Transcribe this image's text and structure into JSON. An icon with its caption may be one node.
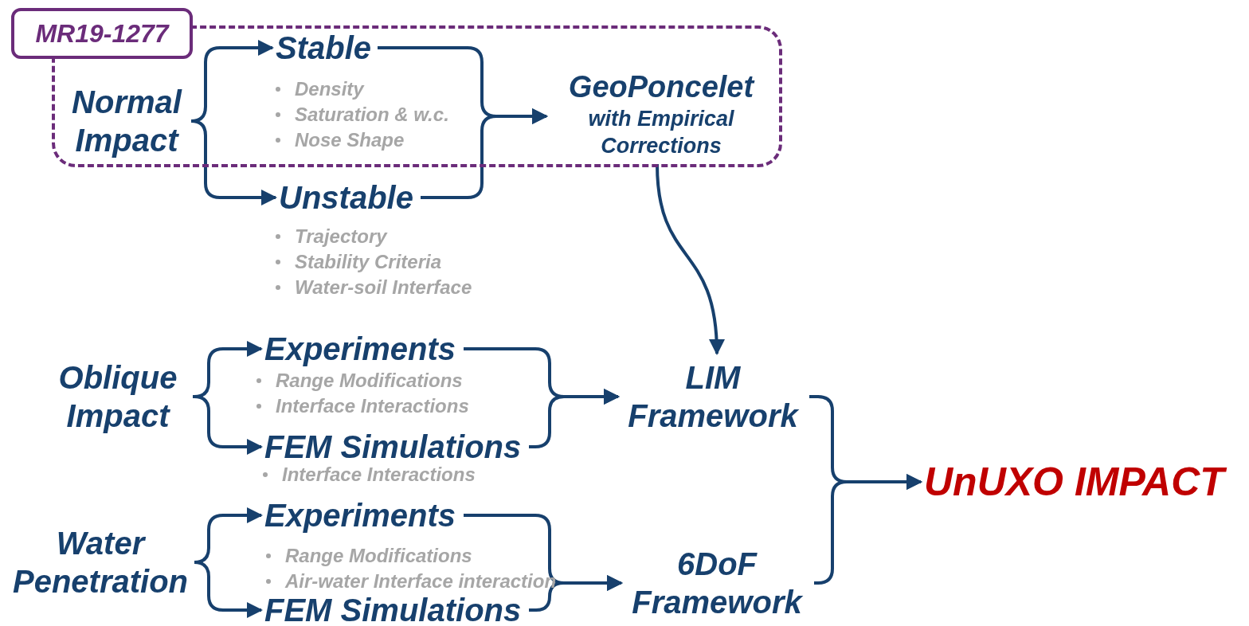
{
  "diagram": {
    "nodes": [
      {
        "text": [
          "MR19-1277"
        ]
      },
      {
        "text": [
          "Normal Impact"
        ],
        "in": 0
      },
      {
        "text": [
          "Stable"
        ],
        "in": 0,
        "beside": [
          "Density",
          "Saturation & w.c.",
          "Nose Shape"
        ]
      },
      {
        "text": [
          "GeoPoncelet",
          "with Empirical Corrections"
        ],
        "in": 0
      },
      {
        "text": [
          "Unstable"
        ],
        "beside": [
          "Trajectory",
          "Stability Criteria",
          "Water-soil Interface"
        ]
      },
      {
        "text": [
          "Oblique Impact"
        ]
      },
      {
        "text": [
          "Experiments"
        ],
        "beside": [
          "Range Modifications",
          "Interface Interactions"
        ]
      },
      {
        "text": [
          "FEM Simulations"
        ],
        "beside": [
          "Interface Interactions"
        ]
      },
      {
        "text": [
          "LIM Framework"
        ]
      },
      {
        "text": [
          "Water Penetration"
        ]
      },
      {
        "text": [
          "Experiments"
        ],
        "beside": [
          "Range Modifications",
          "Air-water Interface interaction"
        ]
      },
      {
        "text": [
          "FEM Simulations"
        ]
      },
      {
        "text": [
          "6DoF Framework"
        ]
      },
      {
        "text": [
          "UnUXO IMPACT"
        ]
      }
    ],
    "edges": [
      {
        "from": 1,
        "to": 2,
        "arrow": "to"
      },
      {
        "from": 1,
        "to": 4,
        "arrow": "to"
      },
      {
        "from": 2,
        "to": 3,
        "arrow": "to"
      },
      {
        "from": 4,
        "to": 3,
        "arrow": "to"
      },
      {
        "from": 3,
        "to": 8,
        "arrow": "to"
      },
      {
        "from": 5,
        "to": 6,
        "arrow": "to"
      },
      {
        "from": 5,
        "to": 7,
        "arrow": "to"
      },
      {
        "from": 6,
        "to": 8,
        "arrow": "to"
      },
      {
        "from": 7,
        "to": 8,
        "arrow": "to"
      },
      {
        "from": 9,
        "to": 10,
        "arrow": "to"
      },
      {
        "from": 9,
        "to": 11,
        "arrow": "to"
      },
      {
        "from": 10,
        "to": 12,
        "arrow": "to"
      },
      {
        "from": 11,
        "to": 12,
        "arrow": "to"
      },
      {
        "from": 8,
        "to": 13,
        "arrow": "to"
      },
      {
        "from": 12,
        "to": 13,
        "arrow": "to"
      }
    ]
  }
}
